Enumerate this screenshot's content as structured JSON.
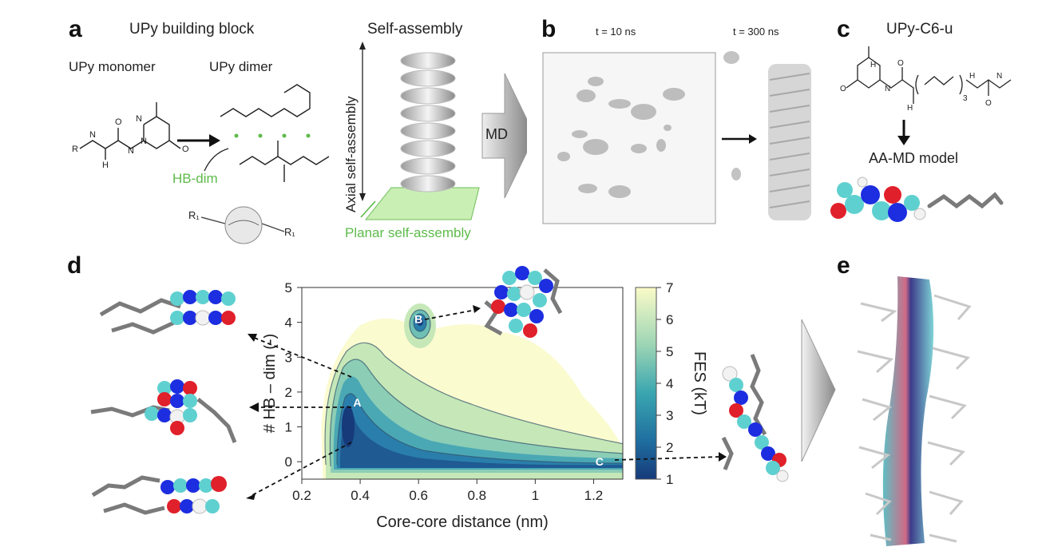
{
  "panel_a": {
    "letter": "a",
    "title": "UPy building block",
    "monomer_label": "UPy monomer",
    "dimer_label": "UPy dimer",
    "hb_label": "HB-dim",
    "sa_title": "Self-assembly",
    "axial_label": "Axial self-assembly",
    "planar_label": "Planar self-assembly",
    "r_left": "R₁",
    "r_right": "R₁",
    "md_label": "MD"
  },
  "panel_b": {
    "letter": "b",
    "t1": "t = 10 ns",
    "t2": "t = 300 ns"
  },
  "panel_c": {
    "letter": "c",
    "title": "UPy-C6-u",
    "model_label": "AA-MD model"
  },
  "panel_d": {
    "letter": "d"
  },
  "panel_e": {
    "letter": "e"
  },
  "colors": {
    "accent_green": "#5dbb4a",
    "atom_carbon": "#5fd0d0",
    "atom_nitrogen": "#1c2ee0",
    "atom_oxygen": "#e0202a",
    "atom_hydrogen": "#f2f2f2",
    "tail_grey": "#7a7a7a"
  },
  "chart_data": {
    "type": "heatmap",
    "title": "",
    "xlabel": "Core-core distance (nm)",
    "ylabel": "# HB – dim (-)",
    "xlim": [
      0.2,
      1.3
    ],
    "ylim": [
      -0.5,
      5
    ],
    "xticks": [
      0.2,
      0.4,
      0.6,
      0.8,
      1.0,
      1.2
    ],
    "xtick_labels": [
      "0.2",
      "0.4",
      "0.6",
      "0.8",
      "1",
      "1.2"
    ],
    "yticks": [
      0,
      1,
      2,
      3,
      4,
      5
    ],
    "ytick_labels": [
      "0",
      "1",
      "2",
      "3",
      "4",
      "5"
    ],
    "colorbar": {
      "label": "FES (kT)",
      "min": 1,
      "max": 7,
      "ticks": [
        1,
        2,
        3,
        4,
        5,
        6,
        7
      ],
      "tick_labels": [
        "1",
        "2",
        "3",
        "4",
        "5",
        "6",
        "7"
      ],
      "low_color": "#163a7a",
      "high_color": "#fbfbc8"
    },
    "minima": [
      {
        "label": "A",
        "x": 0.39,
        "y": 1.7,
        "fes": 1.0
      },
      {
        "label": "B",
        "x": 0.6,
        "y": 4.1,
        "fes": 1.5
      },
      {
        "label": "C",
        "x": 1.22,
        "y": 0.0,
        "fes": 1.0
      }
    ],
    "grid": false
  }
}
